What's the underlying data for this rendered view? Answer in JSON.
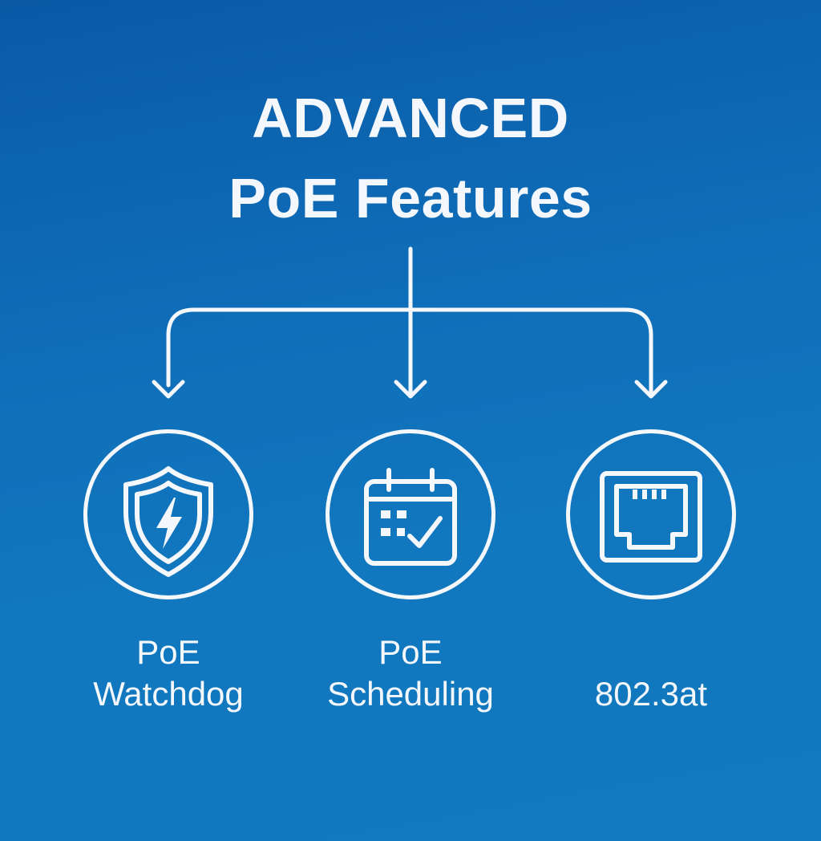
{
  "title": {
    "line1": "ADVANCED",
    "line2": "PoE Features"
  },
  "features": [
    {
      "icon": "shield-lightning-icon",
      "label_line1": "PoE",
      "label_line2": "Watchdog"
    },
    {
      "icon": "calendar-check-icon",
      "label_line1": "PoE",
      "label_line2": "Scheduling"
    },
    {
      "icon": "ethernet-port-icon",
      "label_line1": "",
      "label_line2": "802.3at"
    }
  ],
  "colors": {
    "background_top": "#0a5aa6",
    "background_bottom": "#1279be",
    "foreground": "#f4f7fb"
  }
}
